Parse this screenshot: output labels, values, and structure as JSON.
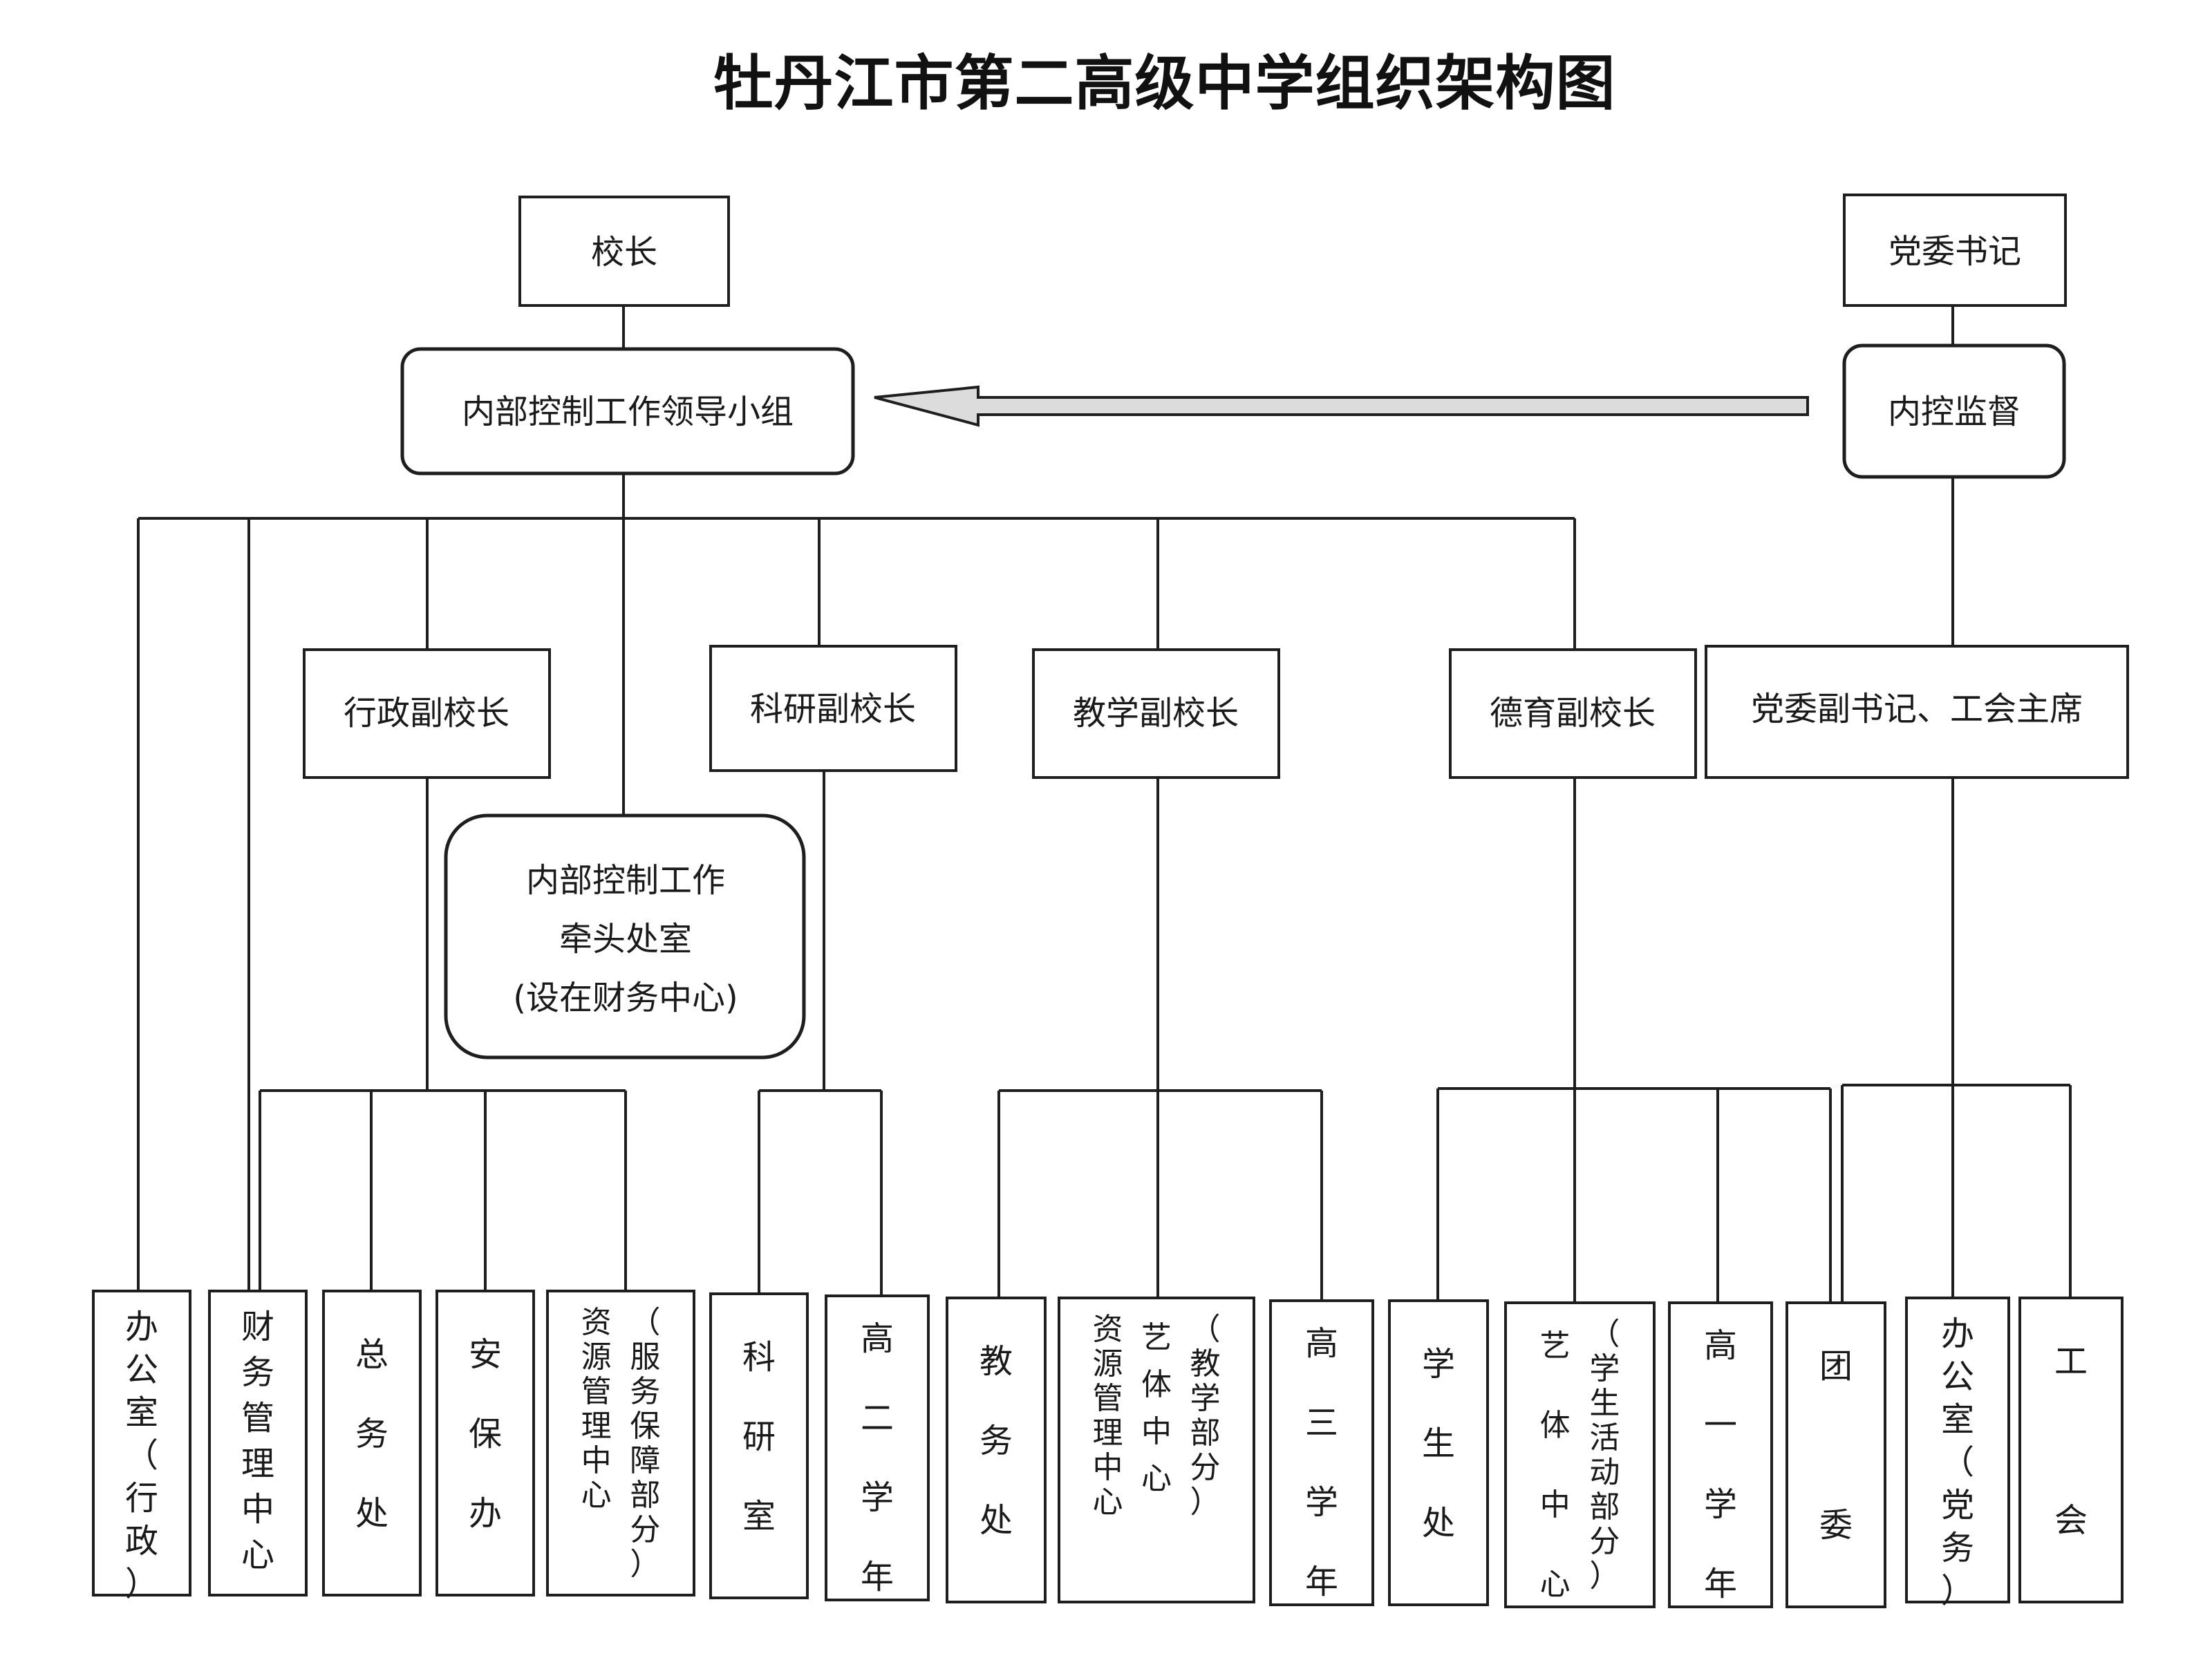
{
  "title": "牡丹江市第二高级中学组织架构图",
  "nodes": {
    "principal": "校长",
    "party_secretary": "党委书记",
    "leading_group": "内部控制工作领导小组",
    "internal_supervision": "内控监督",
    "vp_admin": "行政副校长",
    "vp_research": "科研副校长",
    "vp_teaching": "教学副校长",
    "vp_moral": "德育副校长",
    "deputy_secretary": "党委副书记、工会主席",
    "lead_office": {
      "line1": "内部控制工作",
      "line2": "牵头处室",
      "line3": "(设在财务中心)"
    }
  },
  "departments": [
    {
      "id": "office-admin",
      "label": "办公室（行政）"
    },
    {
      "id": "finance-center",
      "label": "财务管理中心"
    },
    {
      "id": "general-affairs",
      "label": "总务处"
    },
    {
      "id": "security-office",
      "label": "安保办"
    },
    {
      "id": "resource-service",
      "label": "资源管理中心（服务保障部分）"
    },
    {
      "id": "research-office",
      "label": "科研室"
    },
    {
      "id": "grade-2",
      "label": "高二学年"
    },
    {
      "id": "academic-affairs",
      "label": "教务处"
    },
    {
      "id": "resource-teaching",
      "label": "资源管理中心艺体中心（教学部分）"
    },
    {
      "id": "grade-3",
      "label": "高三学年"
    },
    {
      "id": "student-affairs",
      "label": "学生处"
    },
    {
      "id": "arts-sports-activities",
      "label": "艺体中心（学生活动部分）"
    },
    {
      "id": "grade-1",
      "label": "高一学年"
    },
    {
      "id": "youth-league",
      "label": "团委"
    },
    {
      "id": "office-party",
      "label": "办公室（党务）"
    },
    {
      "id": "labor-union",
      "label": "工会"
    }
  ]
}
